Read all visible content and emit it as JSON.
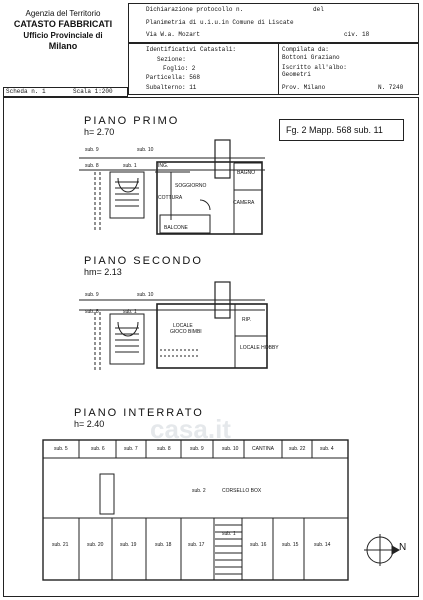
{
  "header": {
    "agency": "Agenzia del Territorio",
    "catasto": "CATASTO FABBRICATI",
    "ufficio": "Ufficio Provinciale di",
    "city": "Milano"
  },
  "info": {
    "dichiarazione": "Dichiarazione protocollo n.",
    "del": "del",
    "planimetria": "Planimetria di u.i.u.in Comune di Liscate",
    "via": "Via W.a. Mozart",
    "civ": "civ. 18",
    "identificativi": "Identificativi Catastali:",
    "sezione": "Sezione:",
    "foglio": "Foglio: 2",
    "particella": "Particella: 568",
    "subalterno": "Subalterno: 11",
    "compilata": "Compilata da:",
    "compilatore": "Bottoni Graziano",
    "iscritto": "Iscritto all'albo:",
    "albo": "Geometri",
    "prov": "Prov. Milano",
    "n": "N. 7240"
  },
  "scheda": {
    "label": "Scheda n. 1",
    "scala": "Scala 1:200"
  },
  "fig_box": "Fg. 2 Mapp. 568 sub. 11",
  "floors": {
    "primo": {
      "title": "PIANO PRIMO",
      "height": "h= 2.70"
    },
    "secondo": {
      "title": "PIANO SECONDO",
      "height": "hm= 2.13"
    },
    "interrato": {
      "title": "PIANO INTERRATO",
      "height": "h= 2.40"
    }
  },
  "rooms_primo": [
    "sub. 9",
    "sub. 10",
    "sub. 8",
    "sub. 1",
    "ING.",
    "BAGNO",
    "SOGGIORNO",
    "COTTURA",
    "CAMERA",
    "BALCONE"
  ],
  "rooms_secondo": [
    "sub. 9",
    "sub. 10",
    "sub. 8",
    "sub. 1",
    "LOCALE",
    "GIOCO BIMBI",
    "RIP.",
    "LOCALE HOBBY"
  ],
  "top_boxes": [
    "sub. 5",
    "sub. 6",
    "sub. 7",
    "sub. 8",
    "sub. 9",
    "sub. 10",
    "CANTINA",
    "sub. 22",
    "sub. 4"
  ],
  "bottom_boxes": [
    "sub. 21",
    "sub. 20",
    "sub. 19",
    "sub. 18",
    "sub. 17",
    "sub. 16",
    "sub. 15",
    "sub. 14"
  ],
  "corsello": {
    "sub": "sub. 2",
    "label": "CORSELLO BOX"
  },
  "stair_sub": "sub. 1",
  "north": "N",
  "watermark": "casa.it"
}
